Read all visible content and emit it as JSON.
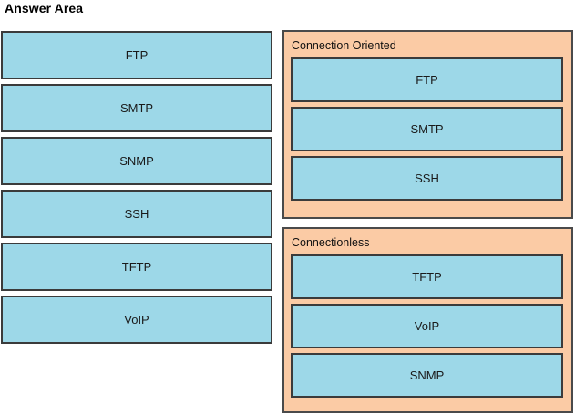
{
  "page": {
    "title": "Answer Area",
    "colors": {
      "tile_fill": "#9DD8E8",
      "tile_border": "#3b3b3b",
      "panel_fill": "#FBCBA5",
      "panel_border": "#4a4a4a",
      "background": "#ffffff",
      "text": "#1a1a1a"
    }
  },
  "source_list": {
    "name": "protocol-source-list",
    "items": [
      {
        "label": "FTP"
      },
      {
        "label": "SMTP"
      },
      {
        "label": "SNMP"
      },
      {
        "label": "SSH"
      },
      {
        "label": "TFTP"
      },
      {
        "label": "VoIP"
      }
    ]
  },
  "targets": [
    {
      "label": "Connection Oriented",
      "items": [
        {
          "label": "FTP"
        },
        {
          "label": "SMTP"
        },
        {
          "label": "SSH"
        }
      ]
    },
    {
      "label": "Connectionless",
      "items": [
        {
          "label": "TFTP"
        },
        {
          "label": "VoIP"
        },
        {
          "label": "SNMP"
        }
      ]
    }
  ]
}
